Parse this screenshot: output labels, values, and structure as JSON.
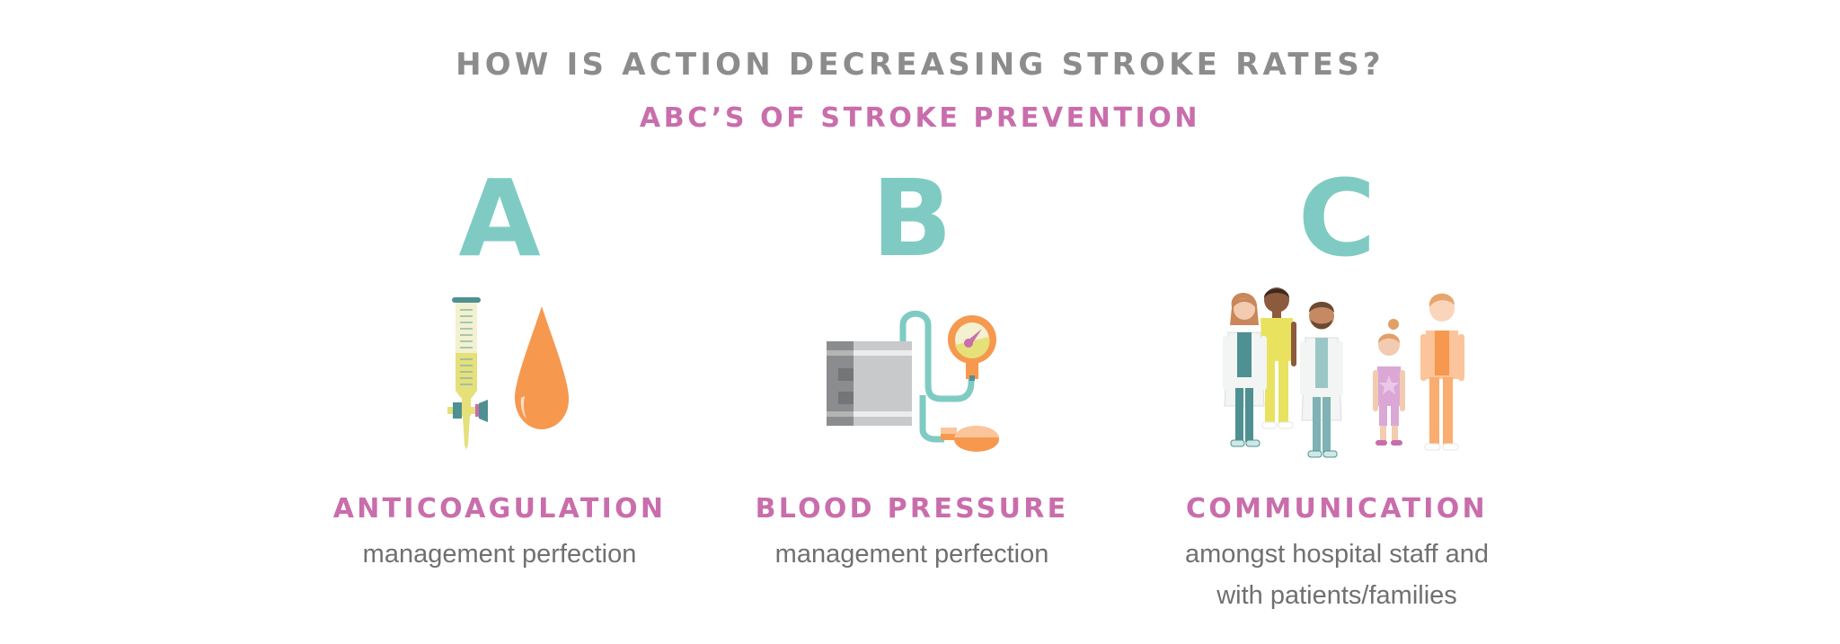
{
  "header": {
    "title": "HOW IS ACTION DECREASING STROKE RATES?",
    "subtitle": "ABC’S OF STROKE PREVENTION"
  },
  "columns": [
    {
      "letter": "A",
      "icon": "burette-and-blood-drop-icon",
      "label": "ANTICOAGULATION",
      "description_lines": [
        "management perfection"
      ]
    },
    {
      "letter": "B",
      "icon": "blood-pressure-cuff-icon",
      "label": "BLOOD PRESSURE",
      "description_lines": [
        "management perfection"
      ]
    },
    {
      "letter": "C",
      "icon": "hospital-staff-and-family-icon",
      "label": "COMMUNICATION",
      "description_lines": [
        "amongst hospital staff and",
        "with patients/families"
      ]
    }
  ],
  "colors": {
    "title_gray": "#8c8c8c",
    "accent_pink": "#c96dac",
    "letter_teal": "#7fcbc4",
    "body_gray": "#707070",
    "orange": "#f7984f",
    "yellow": "#e5e07a"
  }
}
